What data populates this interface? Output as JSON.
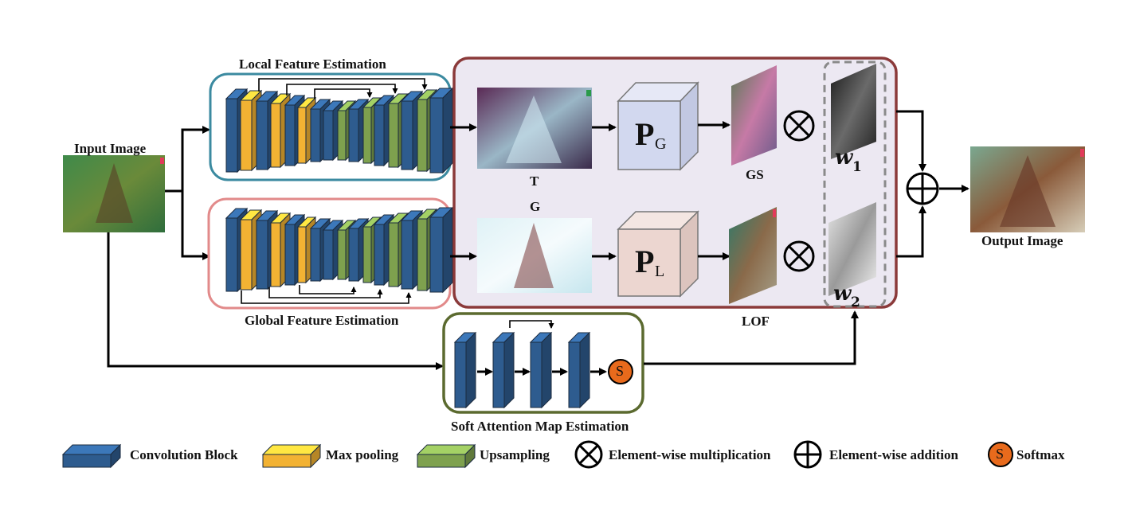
{
  "labels": {
    "input_image": "Input Image",
    "output_image": "Output Image",
    "local_feature": "Local Feature Estimation",
    "global_feature": "Global Feature Estimation",
    "soft_attention": "Soft Attention Map Estimation",
    "t_label": "T",
    "g_label": "G",
    "gs_label": "GS",
    "lof_label": "LOF",
    "pg_main": "P",
    "pg_sub": "G",
    "pl_main": "P",
    "pl_sub": "L",
    "w1_main": "w",
    "w1_sub": "1",
    "w2_main": "w",
    "w2_sub": "2",
    "softmax_symbol": "S"
  },
  "legend": {
    "conv": "Convolution Block",
    "maxpool": "Max pooling",
    "upsample": "Upsampling",
    "multiply": "Element-wise multiplication",
    "add": "Element-wise addition",
    "softmax": "Softmax",
    "softmax_symbol": "S"
  },
  "colors": {
    "conv": "#2e5c8f",
    "maxpool": "#f2b233",
    "upsample": "#7ea14e",
    "local_border": "#3b8aa0",
    "global_border": "#e28a8a",
    "lof_border": "#8b3a3a",
    "lof_fill": "#ece8f2",
    "sa_border": "#5b6a2f",
    "softmax": "#e86a1c"
  }
}
